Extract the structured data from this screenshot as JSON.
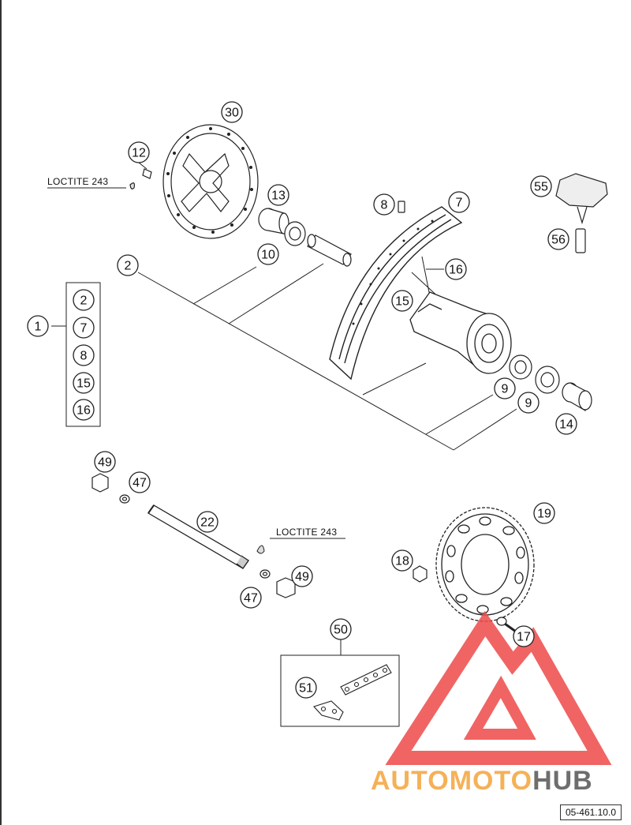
{
  "callouts": {
    "c30": "30",
    "c12": "12",
    "c13": "13",
    "c8": "8",
    "c7": "7",
    "c55": "55",
    "c56": "56",
    "c2": "2",
    "c10": "10",
    "c16": "16",
    "c15": "15",
    "c1": "1",
    "k2": "2",
    "k7": "7",
    "k8": "8",
    "k15": "15",
    "k16": "16",
    "c9a": "9",
    "c9b": "9",
    "c14": "14",
    "c49a": "49",
    "c47a": "47",
    "c22": "22",
    "c19": "19",
    "c18": "18",
    "c49b": "49",
    "c47b": "47",
    "c17": "17",
    "c50": "50",
    "c51": "51"
  },
  "notes": {
    "loctite_top": "LOCTITE 243",
    "loctite_axle": "LOCTITE 243"
  },
  "reference_code": "05-461.10.0",
  "watermark": {
    "part1": "AUTOMOTO",
    "part2": "HUB",
    "color_triangle": "#ef4a4a",
    "color_auto": "#f4a43a",
    "color_hub": "#555555"
  }
}
